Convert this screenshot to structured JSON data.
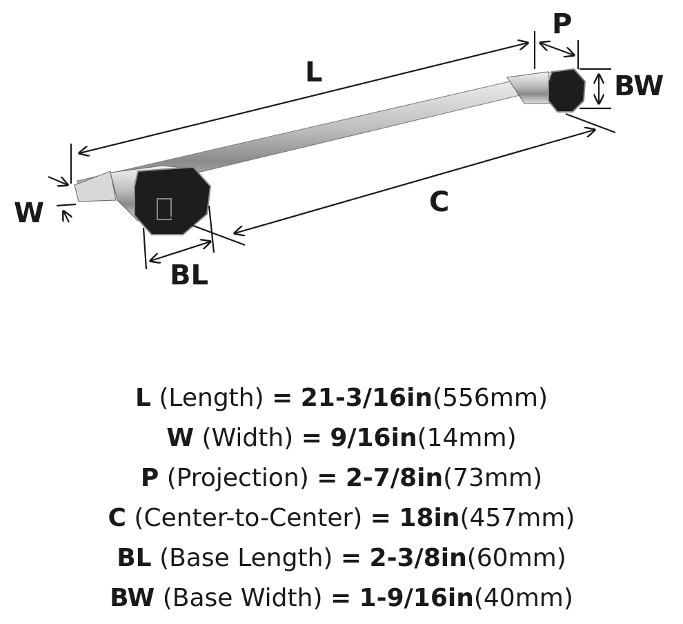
{
  "diagram_labels": {
    "L": "L",
    "P": "P",
    "BW": "BW",
    "W": "W",
    "BL": "BL",
    "C": "C"
  },
  "specs": [
    {
      "code": "L",
      "name": "(Length)",
      "eq": "=",
      "imperial": "21-3/16in",
      "metric": "(556mm)"
    },
    {
      "code": "W",
      "name": "(Width)",
      "eq": "=",
      "imperial": "9/16in",
      "metric": "(14mm)"
    },
    {
      "code": "P",
      "name": "(Projection)",
      "eq": "=",
      "imperial": "2-7/8in",
      "metric": "(73mm)"
    },
    {
      "code": "C",
      "name": "(Center-to-Center)",
      "eq": "=",
      "imperial": "18in",
      "metric": "(457mm)"
    },
    {
      "code": "BL",
      "name": "(Base Length)",
      "eq": "=",
      "imperial": "2-3/8in",
      "metric": "(60mm)"
    },
    {
      "code": "BW",
      "name": "(Base Width)",
      "eq": "=",
      "imperial": "1-9/16in",
      "metric": "(40mm)"
    }
  ]
}
